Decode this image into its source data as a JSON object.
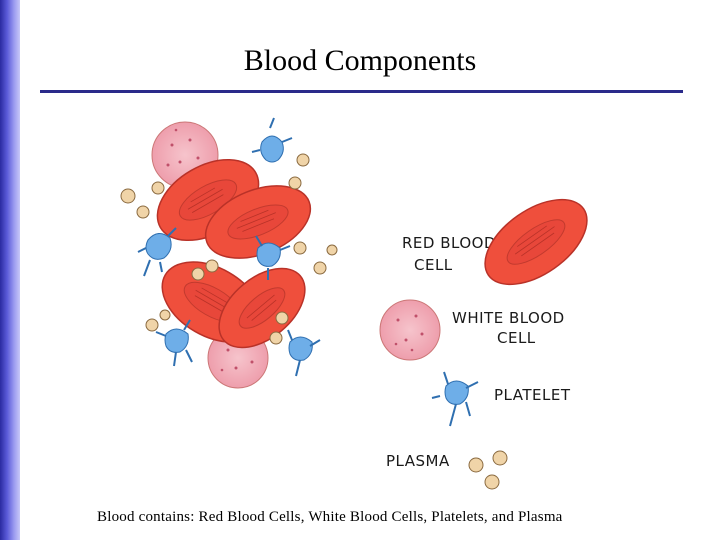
{
  "slide": {
    "title": "Blood Components",
    "caption": "Blood contains: Red Blood Cells, White Blood Cells, Platelets, and Plasma"
  },
  "legend": {
    "red_blood_cell": [
      "RED BLOOD",
      "CELL"
    ],
    "white_blood_cell": [
      "WHITE BLOOD",
      "CELL"
    ],
    "platelet": "PLATELET",
    "plasma": "PLASMA"
  },
  "colors": {
    "red_cell": "#ef4f3c",
    "red_cell_dark": "#c8342a",
    "white_cell": "#f0a8b4",
    "platelet": "#6eaee8",
    "plasma": "#e8c89a",
    "sidebar": "#3a3ac0",
    "rule": "#2a2a8a"
  }
}
